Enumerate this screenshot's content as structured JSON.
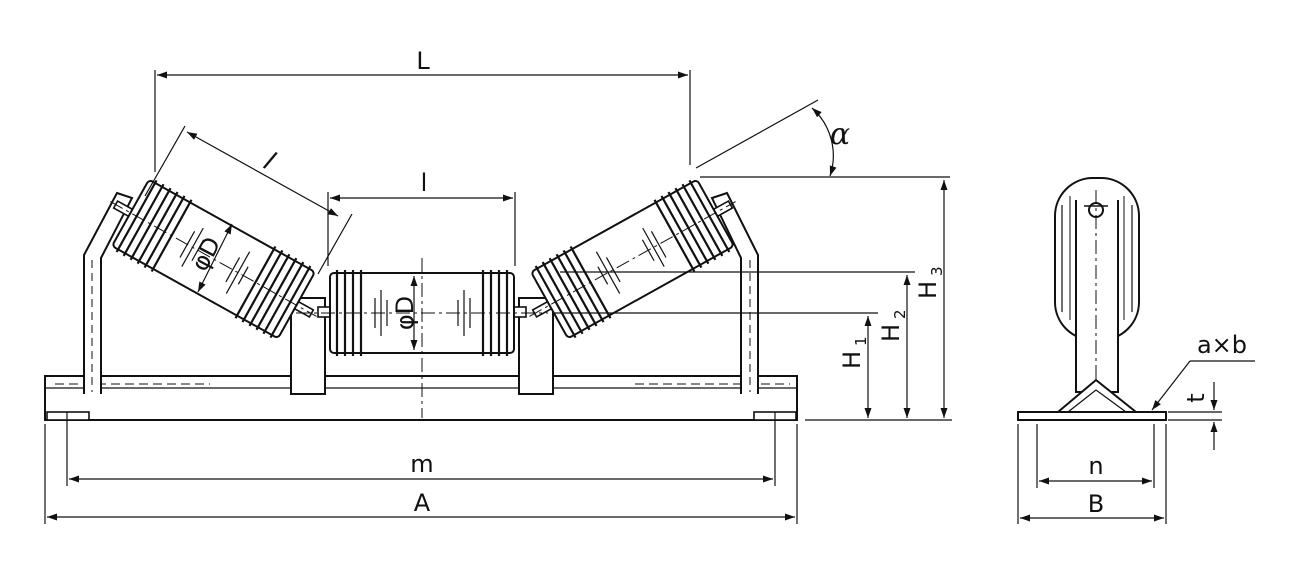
{
  "labels": {
    "L": "L",
    "l_side": "l",
    "l_center": "l",
    "alpha": "α",
    "phiD_side": "φD",
    "phiD_center": "φD",
    "H1": "H",
    "H1_sub": "1",
    "H2": "H",
    "H2_sub": "2",
    "H3": "H",
    "H3_sub": "3",
    "m": "m",
    "A": "A",
    "n": "n",
    "B": "B",
    "t": "t",
    "axb": "a×b"
  },
  "colors": {
    "line": "#111111",
    "background": "#ffffff"
  }
}
